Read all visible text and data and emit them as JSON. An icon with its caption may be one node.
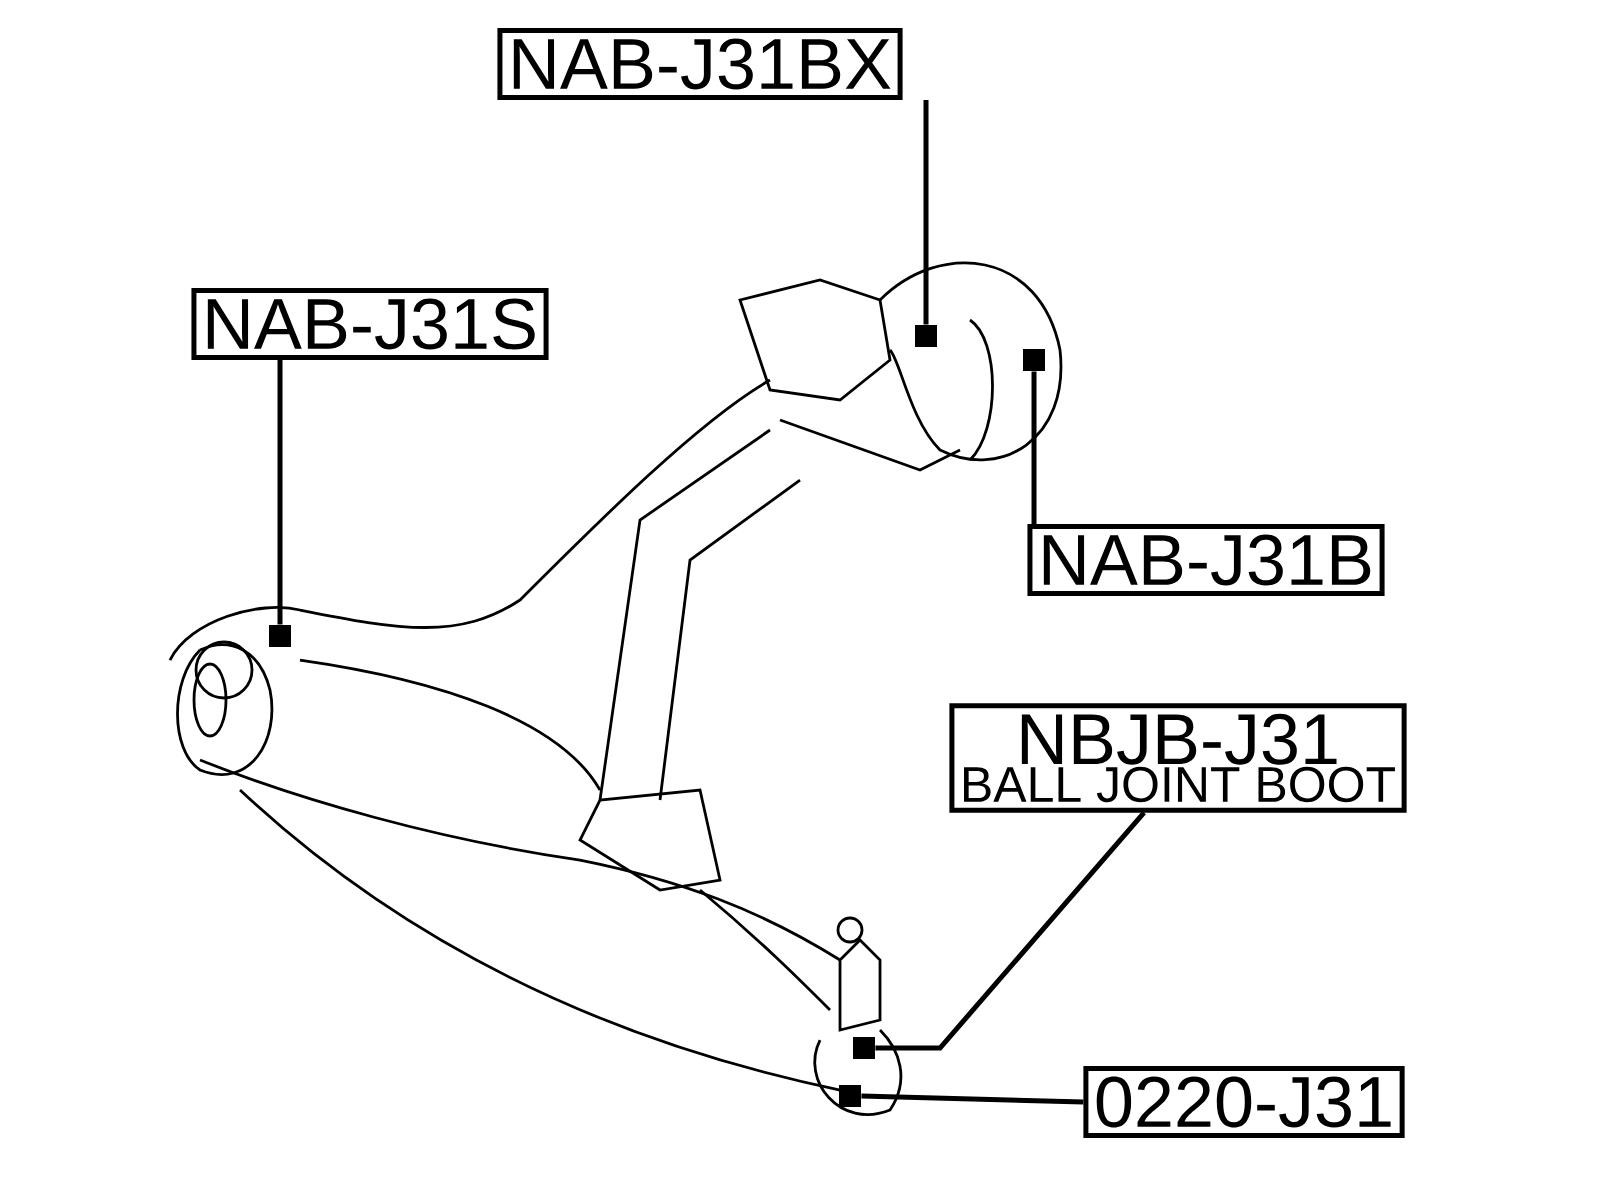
{
  "diagram": {
    "nodes": [
      {
        "text": [
          "NAB-J31BX"
        ]
      },
      {
        "text": [
          "NAB-J31S"
        ]
      },
      {
        "text": [
          "NAB-J31B"
        ]
      },
      {
        "text": [
          "NBJB-J31",
          "BALL JOINT BOOT"
        ]
      },
      {
        "text": [
          "0220-J31"
        ]
      },
      {
        "text": [],
        "shape": "box"
      },
      {
        "text": [],
        "shape": "box"
      },
      {
        "text": [],
        "shape": "box"
      },
      {
        "text": [],
        "shape": "box"
      },
      {
        "text": [],
        "shape": "box"
      }
    ],
    "edges": [
      {
        "from": 0,
        "to": 8,
        "arrow": "none"
      },
      {
        "from": 1,
        "to": 5,
        "arrow": "none"
      },
      {
        "from": 2,
        "to": 9,
        "arrow": "none"
      },
      {
        "from": 3,
        "to": 7,
        "arrow": "none"
      },
      {
        "from": 4,
        "to": 6,
        "arrow": "none"
      }
    ]
  }
}
